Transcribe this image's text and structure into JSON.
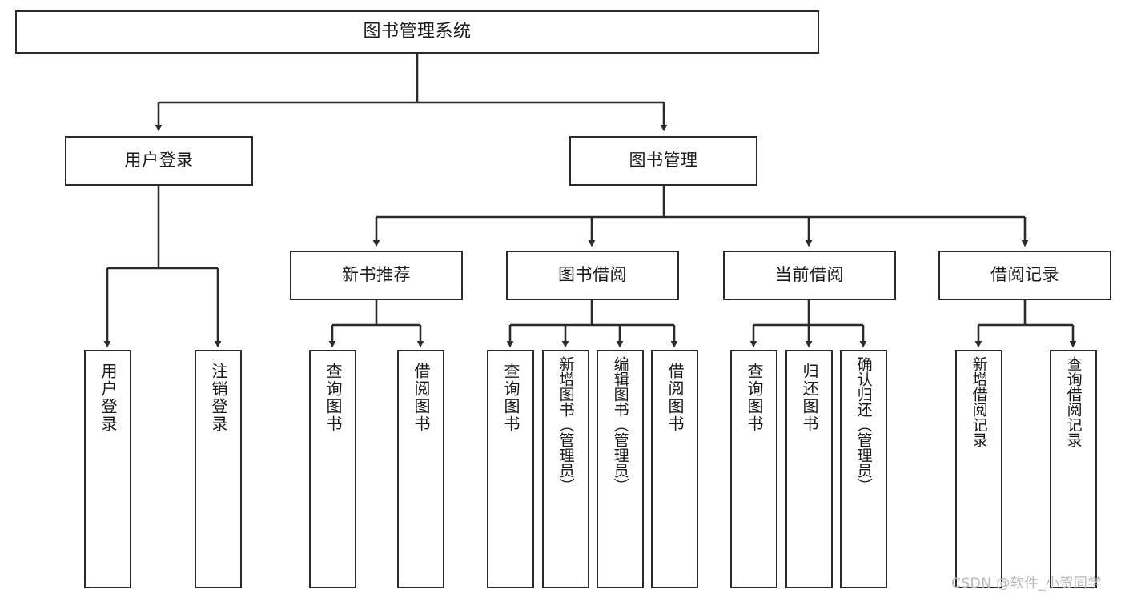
{
  "diagram": {
    "title": "图书管理系统",
    "type": "functional-structure-tree",
    "watermark": "CSDN @软件_小贺同学",
    "colors": {
      "stroke": "#2b2b2b",
      "fill": "#ffffff",
      "text": "#1a1a1a",
      "watermark": "#b9b9b9"
    },
    "levels": {
      "root": {
        "label": "图书管理系统"
      },
      "level2": [
        {
          "label": "用户登录"
        },
        {
          "label": "图书管理"
        }
      ],
      "level3": [
        {
          "label": "新书推荐"
        },
        {
          "label": "图书借阅"
        },
        {
          "label": "当前借阅"
        },
        {
          "label": "借阅记录"
        }
      ]
    },
    "leaves": {
      "user_login": [
        {
          "label": "用户登录"
        },
        {
          "label": "注销登录"
        }
      ],
      "new_book_recommend": [
        {
          "label": "查询图书"
        },
        {
          "label": "借阅图书"
        }
      ],
      "book_borrow": [
        {
          "label": "查询图书"
        },
        {
          "label": "新增图书（管理员）"
        },
        {
          "label": "编辑图书（管理员）"
        },
        {
          "label": "借阅图书"
        }
      ],
      "current_borrow": [
        {
          "label": "查询图书"
        },
        {
          "label": "归还图书"
        },
        {
          "label": "确认归还（管理员）"
        }
      ],
      "borrow_record": [
        {
          "label": "新增借阅记录"
        },
        {
          "label": "查询借阅记录"
        }
      ]
    }
  }
}
